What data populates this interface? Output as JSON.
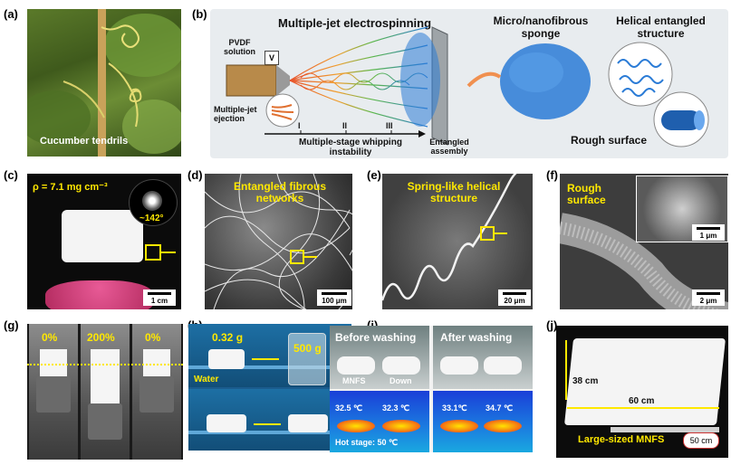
{
  "labels": {
    "a": "(a)",
    "b": "(b)",
    "c": "(c)",
    "d": "(d)",
    "e": "(e)",
    "f": "(f)",
    "g": "(g)",
    "h": "(h)",
    "i": "(i)",
    "j": "(j)"
  },
  "panel_a": {
    "caption": "Cucumber tendrils"
  },
  "panel_b": {
    "title_electrospinning": "Multiple-jet electrospinning",
    "title_sponge": "Micro/nanofibrous sponge",
    "title_helical": "Helical entangled structure",
    "pvdf": "PVDF solution",
    "voltage": "V",
    "multijet": "Multiple-jet ejection",
    "stage_I": "I",
    "stage_II": "II",
    "stage_III": "III",
    "whipping": "Multiple-stage whipping instability",
    "entangled": "Entangled assembly",
    "rough": "Rough surface"
  },
  "panel_c": {
    "density": "ρ = 7.1 mg cm⁻³",
    "angle": "~142°",
    "scale": "1 cm"
  },
  "panel_d": {
    "caption": "Entangled fibrous networks",
    "scale": "100 μm"
  },
  "panel_e": {
    "caption": "Spring-like helical structure",
    "scale": "20 μm"
  },
  "panel_f": {
    "caption": "Rough surface",
    "scale": "2 μm",
    "inset_scale": "1 μm"
  },
  "panel_g": {
    "strain_left": "0%",
    "strain_mid": "200%",
    "strain_right": "0%"
  },
  "panel_h": {
    "mass": "0.32 g",
    "weight": "500 g",
    "water": "Water"
  },
  "panel_i": {
    "before": "Before washing",
    "after": "After washing",
    "mnfs": "MNFS",
    "down": "Down",
    "t1": "32.5 ℃",
    "t2": "32.3 ℃",
    "t3": "33.1℃",
    "t4": "34.7 ℃",
    "hot": "Hot stage: 50 ℃"
  },
  "panel_j": {
    "height": "38 cm",
    "width": "60 cm",
    "caption": "Large-sized MNFS",
    "scale": "50 cm"
  },
  "colors": {
    "yellow": "#ffe800",
    "panel_b_bg": "#e8ecef",
    "fiber_blue": "#2a7bd6"
  }
}
